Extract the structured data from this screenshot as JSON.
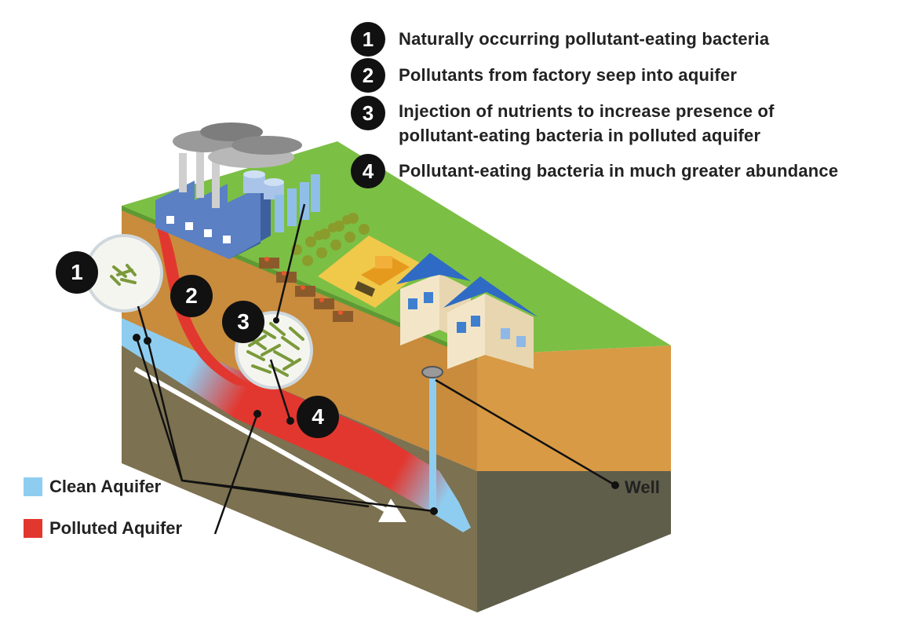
{
  "legend": {
    "items": [
      {
        "num": "1",
        "lines": [
          "Naturally occurring pollutant-eating bacteria"
        ]
      },
      {
        "num": "2",
        "lines": [
          "Pollutants from factory seep into aquifer"
        ]
      },
      {
        "num": "3",
        "lines": [
          "Injection of nutrients to increase presence of",
          "pollutant-eating bacteria in polluted aquifer"
        ]
      },
      {
        "num": "4",
        "lines": [
          "Pollutant-eating bacteria in much greater abundance"
        ]
      }
    ]
  },
  "key": {
    "clean": {
      "label": "Clean Aquifer",
      "color": "#8fcdf0"
    },
    "polluted": {
      "label": "Polluted Aquifer",
      "color": "#e2372f"
    }
  },
  "well": {
    "label": "Well"
  },
  "markers": [
    "1",
    "2",
    "3",
    "4"
  ],
  "colors": {
    "grass": "#7cbf45",
    "soil_front": "#c98b3c",
    "soil_side": "#d89a44",
    "bedrock_front": "#7c7150",
    "bedrock_side": "#5f5e4b",
    "factory": "#5b80c4",
    "house_roof": "#2f6bc4",
    "wheat": "#f0c84a"
  }
}
